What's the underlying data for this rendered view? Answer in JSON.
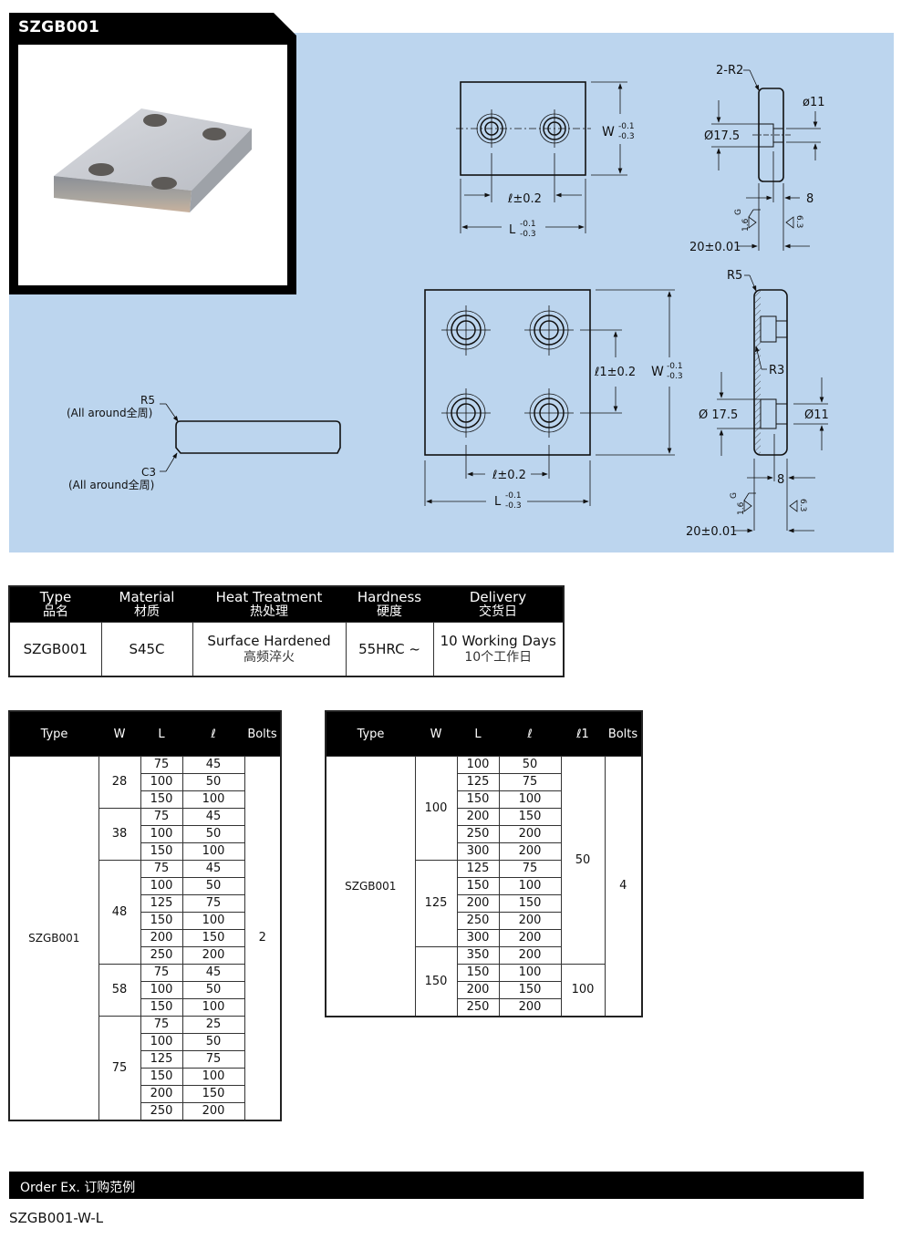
{
  "product": {
    "code": "SZGB001",
    "photo_alt": "steel-guide-plate-photo"
  },
  "drawing": {
    "top_view_2hole": {
      "width_label": "W",
      "width_tol_upper": "-0.1",
      "width_tol_lower": "-0.3",
      "pitch_label": "ℓ±0.2",
      "length_label": "L",
      "length_tol_upper": "-0.1",
      "length_tol_lower": "-0.3"
    },
    "side_view_2hole": {
      "radius_label": "2-R2",
      "hole_dia": "ø11",
      "counterbore_dia": "Ø17.5",
      "depth": "8",
      "thickness": "20±0.01",
      "roughness_left_value": "1.6",
      "roughness_left_grade": "G",
      "roughness_right_value": "6.3"
    },
    "end_view": {
      "r5_label": "R5",
      "r5_note": "(All around全周)",
      "c3_label": "C3",
      "c3_note": "(All around全周)"
    },
    "top_view_4hole": {
      "pitch_label": "ℓ±0.2",
      "pitch1_label": "ℓ1±0.2",
      "width_label": "W",
      "width_tol_upper": "-0.1",
      "width_tol_lower": "-0.3",
      "length_label": "L",
      "length_tol_upper": "-0.1",
      "length_tol_lower": "-0.3"
    },
    "side_view_4hole": {
      "r5_label": "R5",
      "r3_label": "R3",
      "counterbore_dia": "Ø 17.5",
      "hole_dia": "Ø11",
      "depth": "8",
      "thickness": "20±0.01",
      "roughness_left_value": "1.6",
      "roughness_left_grade": "G",
      "roughness_right_value": "6.3"
    }
  },
  "spec_table": {
    "headers": [
      {
        "en": "Type",
        "cn": "品名"
      },
      {
        "en": "Material",
        "cn": "材质"
      },
      {
        "en": "Heat Treatment",
        "cn": "热处理"
      },
      {
        "en": "Hardness",
        "cn": "硬度"
      },
      {
        "en": "Delivery",
        "cn": "交货日"
      }
    ],
    "row": {
      "type": "SZGB001",
      "material": "S45C",
      "heat_treatment_en": "Surface Hardened",
      "heat_treatment_cn": "高频淬火",
      "hardness": "55HRC ~",
      "delivery_en": "10 Working Days",
      "delivery_cn": "10个工作日"
    }
  },
  "table_2bolt": {
    "headers": [
      "Type",
      "W",
      "L",
      "ℓ",
      "Bolts"
    ],
    "type": "SZGB001",
    "bolts": "2",
    "groups": [
      {
        "W": "28",
        "rows": [
          [
            "75",
            "45"
          ],
          [
            "100",
            "50"
          ],
          [
            "150",
            "100"
          ]
        ]
      },
      {
        "W": "38",
        "rows": [
          [
            "75",
            "45"
          ],
          [
            "100",
            "50"
          ],
          [
            "150",
            "100"
          ]
        ]
      },
      {
        "W": "48",
        "rows": [
          [
            "75",
            "45"
          ],
          [
            "100",
            "50"
          ],
          [
            "125",
            "75"
          ],
          [
            "150",
            "100"
          ],
          [
            "200",
            "150"
          ],
          [
            "250",
            "200"
          ]
        ]
      },
      {
        "W": "58",
        "rows": [
          [
            "75",
            "45"
          ],
          [
            "100",
            "50"
          ],
          [
            "150",
            "100"
          ]
        ]
      },
      {
        "W": "75",
        "rows": [
          [
            "75",
            "25"
          ],
          [
            "100",
            "50"
          ],
          [
            "125",
            "75"
          ],
          [
            "150",
            "100"
          ],
          [
            "200",
            "150"
          ],
          [
            "250",
            "200"
          ]
        ]
      }
    ]
  },
  "table_4bolt": {
    "headers": [
      "Type",
      "W",
      "L",
      "ℓ",
      "ℓ1",
      "Bolts"
    ],
    "type": "SZGB001",
    "bolts": "4",
    "l1_values": [
      {
        "value": "50",
        "span": 12
      },
      {
        "value": "100",
        "span": 3
      }
    ],
    "groups": [
      {
        "W": "100",
        "rows": [
          [
            "100",
            "50"
          ],
          [
            "125",
            "75"
          ],
          [
            "150",
            "100"
          ],
          [
            "200",
            "150"
          ],
          [
            "250",
            "200"
          ],
          [
            "300",
            "200"
          ]
        ]
      },
      {
        "W": "125",
        "rows": [
          [
            "125",
            "75"
          ],
          [
            "150",
            "100"
          ],
          [
            "200",
            "150"
          ],
          [
            "250",
            "200"
          ],
          [
            "300",
            "200"
          ]
        ]
      },
      {
        "W": "150",
        "rows": [
          [
            "350",
            "200"
          ],
          [
            "150",
            "100"
          ],
          [
            "200",
            "150"
          ],
          [
            "250",
            "200"
          ]
        ]
      }
    ]
  },
  "order": {
    "label": "Order Ex.  订购范例",
    "example": "SZGB001-W-L"
  }
}
